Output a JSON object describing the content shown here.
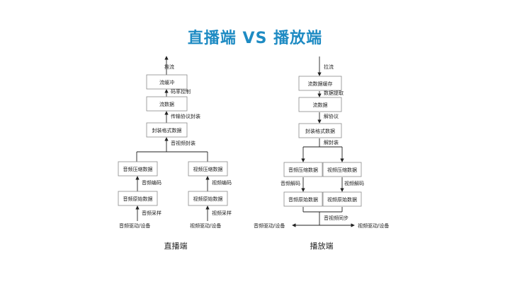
{
  "title": "直播端  VS 播放端",
  "left": {
    "caption": "直播端",
    "top_label": "推流",
    "box_buffer": "流缓冲",
    "lbl_rate": "码率控制",
    "box_stream": "流数据",
    "lbl_protocol": "传输协议封装",
    "box_container": "封装格式数据",
    "lbl_mux": "音视频封装",
    "box_audio_comp": "音频压缩数据",
    "box_video_comp": "视频压缩数据",
    "lbl_audio_enc": "音频编码",
    "lbl_video_enc": "视频编码",
    "box_audio_raw": "音频原始数据",
    "box_video_raw": "视频原始数据",
    "lbl_audio_cap": "音频采样",
    "lbl_video_cap": "视频采样",
    "src_audio": "音频驱动/设备",
    "src_video": "视频驱动/设备"
  },
  "right": {
    "caption": "播放端",
    "top_label": "拉流",
    "box_cache": "流数据缓存",
    "lbl_fetch": "数据提取",
    "box_stream": "流数据",
    "lbl_protocol": "解协议",
    "box_container": "封装格式数据",
    "lbl_demux": "解封装",
    "box_audio_comp": "音频压缩数据",
    "box_video_comp": "视频压缩数据",
    "lbl_audio_dec": "音频解码",
    "lbl_video_dec": "视频解码",
    "box_audio_raw": "音频原始数据",
    "box_video_raw": "视频原始数据",
    "lbl_sync": "音视频同步",
    "out_audio": "音频驱动/设备",
    "out_video": "视频驱动/设备"
  }
}
